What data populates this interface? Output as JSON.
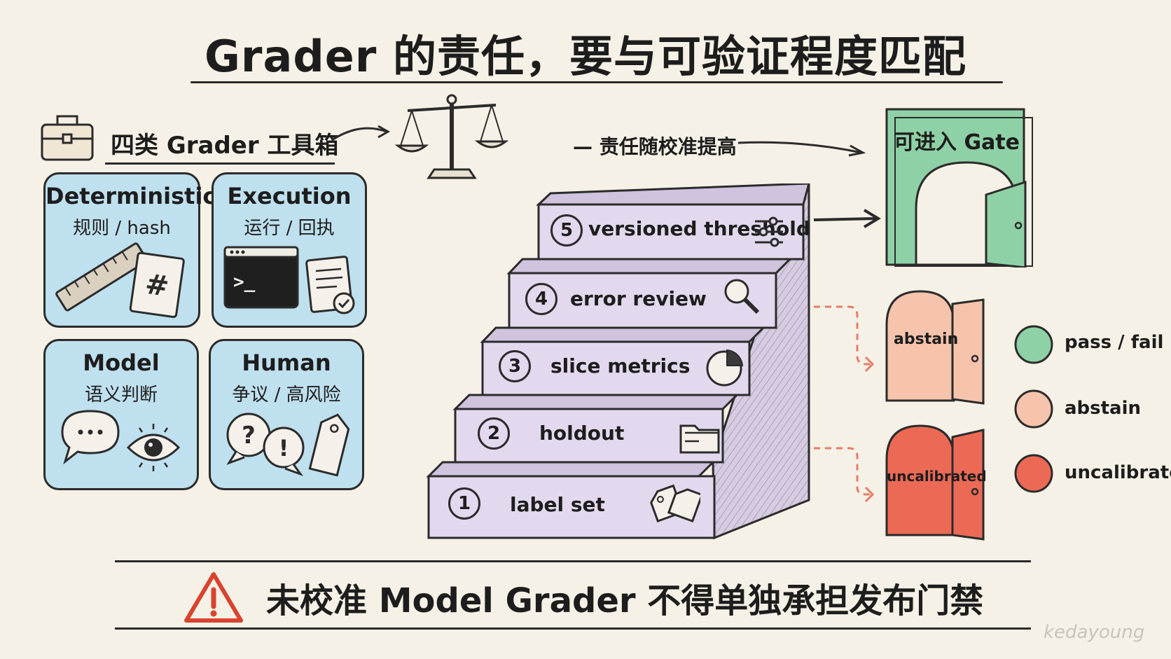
{
  "title": "Grader 的责任，要与可验证程度匹配",
  "toolbox": {
    "label": "四类 Grader 工具箱",
    "cards": [
      {
        "name": "Deterministic",
        "sub": "规则 / hash"
      },
      {
        "name": "Execution",
        "sub": "运行 / 回执"
      },
      {
        "name": "Model",
        "sub": "语义判断"
      },
      {
        "name": "Human",
        "sub": "争议 / 高风险"
      }
    ]
  },
  "responsibility_label": "— 责任随校准提高",
  "gate": {
    "label": "可进入 Gate"
  },
  "steps": [
    {
      "num": "5",
      "label": "versioned threshold",
      "icon": "sliders-icon"
    },
    {
      "num": "4",
      "label": "error review",
      "icon": "magnifier-icon"
    },
    {
      "num": "3",
      "label": "slice metrics",
      "icon": "pie-chart-icon"
    },
    {
      "num": "2",
      "label": "holdout",
      "icon": "folder-icon"
    },
    {
      "num": "1",
      "label": "label set",
      "icon": "tags-icon"
    }
  ],
  "doors": [
    {
      "label": "abstain",
      "color": "#f6c3ac"
    },
    {
      "label": "uncalibrated",
      "color": "#ec6a55"
    }
  ],
  "legend": [
    {
      "label": "pass / fail",
      "color": "#8fd1a6"
    },
    {
      "label": "abstain",
      "color": "#f6c3ac"
    },
    {
      "label": "uncalibrated",
      "color": "#ec6a55"
    }
  ],
  "warning": "未校准 Model Grader 不得单独承担发布门禁",
  "watermark": "kedayoung",
  "colors": {
    "card": "#bfe0ee",
    "step": "#e3d9ee",
    "gate": "#8fd1a6",
    "ink": "#2b2b2b"
  }
}
